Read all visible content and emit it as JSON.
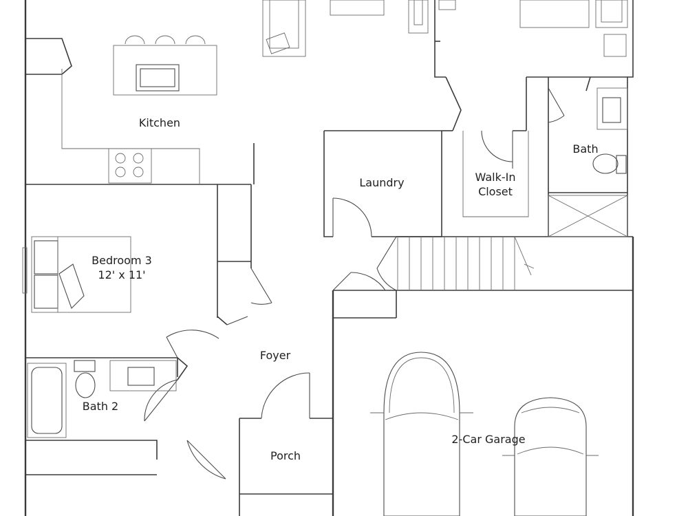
{
  "rooms": {
    "kitchen": "Kitchen",
    "bedroom3": "Bedroom 3",
    "bedroom3_size": "12' x 11'",
    "laundry": "Laundry",
    "walkin_line1": "Walk-In",
    "walkin_line2": "Closet",
    "bath": "Bath",
    "foyer": "Foyer",
    "bath2": "Bath 2",
    "porch": "Porch",
    "garage": "2-Car Garage"
  },
  "colors": {
    "line": "#3a3a3a",
    "background": "#ffffff"
  }
}
